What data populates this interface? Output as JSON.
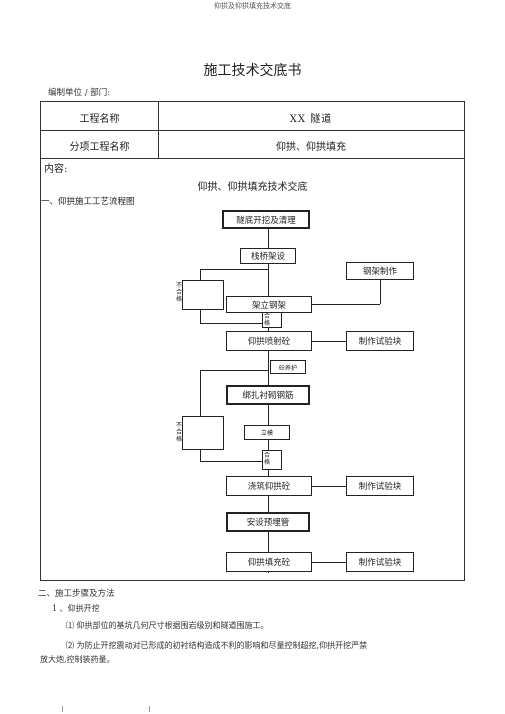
{
  "header": "仰拱及仰拱填充技术交底",
  "title": "施工技术交底书",
  "unit_label": "编制单位 / 部门:",
  "table": {
    "row1_label": "工程名称",
    "row1_value": "XX 隧道",
    "row2_label": "分项工程名称",
    "row2_value": "仰拱、仰拱填充",
    "content_label": "内容:",
    "content_title": "仰拱、仰拱填充技术交底",
    "section1": "一、仰拱施工工艺流程图"
  },
  "flow": {
    "n1": "隧底开挖及清理",
    "n2": "栈桥架设",
    "n3": "钢架制作",
    "n4": "架立钢架",
    "n5": "仰拱喷射砼",
    "n6": "制作试验块",
    "n7": "砼养护",
    "n8": "绑扎衬砌钢筋",
    "n9": "立模",
    "n10": "浇筑仰拱砼",
    "n11": "制作试验块",
    "n12": "安设预埋管",
    "n13": "仰拱填充砼",
    "n14": "制作试验块",
    "side1": "不合格",
    "side2": "合格",
    "side3": "不合格",
    "side4": "合格"
  },
  "section2": "二、施工步骤及方法",
  "step1": "1  、仰拱开挖",
  "para1": "⑴  仰拱部位的基坑几何尺寸根据围岩级别和隧道围施工。",
  "para2_a": "⑵  为防止开挖震动对已形成的初衬结构造成不利的影响和尽量控制超挖,仰拱开挖严禁",
  "para2_b": "放大炮,控制装药量。"
}
